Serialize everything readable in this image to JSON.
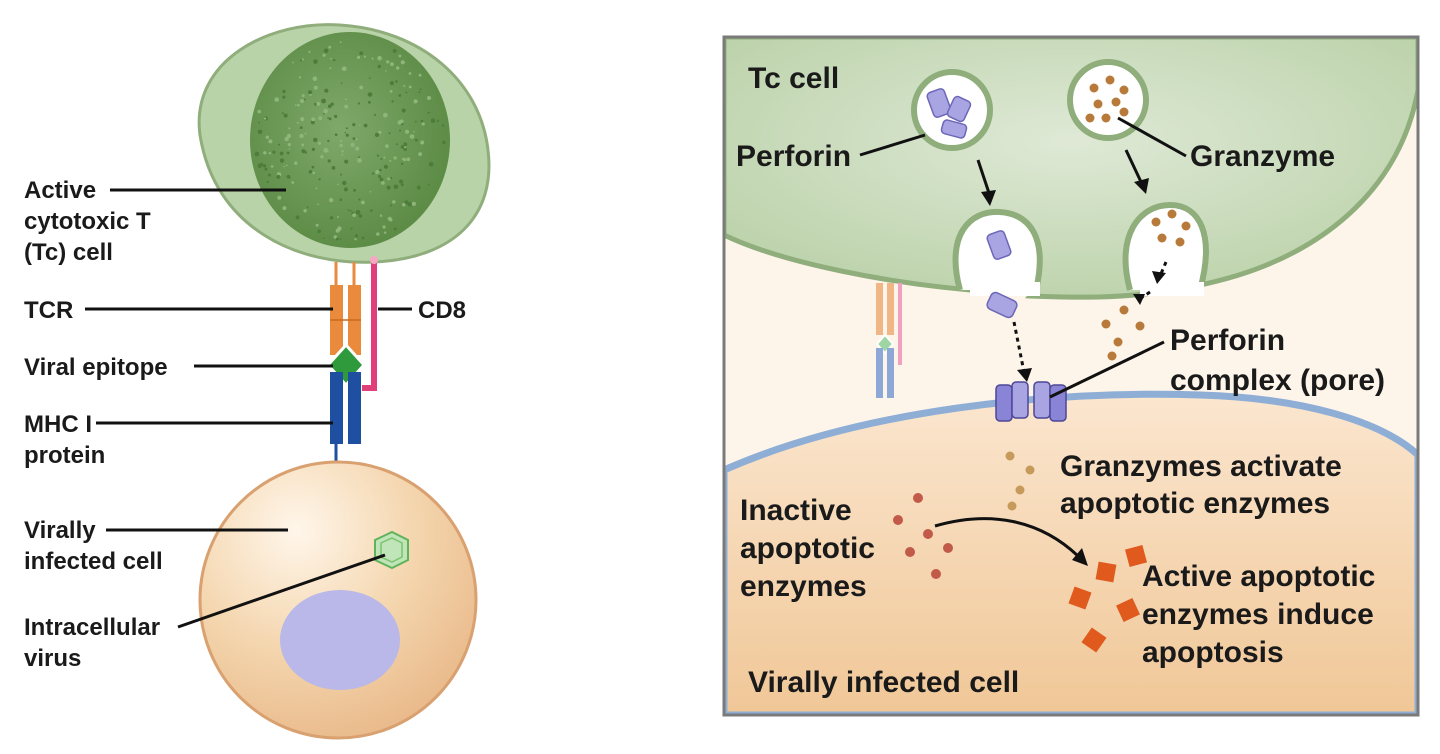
{
  "left_panel": {
    "tc_cell_label": [
      "Active",
      "cytotoxic T",
      "(Tc) cell"
    ],
    "tcr_label": "TCR",
    "cd8_label": "CD8",
    "epitope_label": "Viral epitope",
    "mhc_label": [
      "MHC I",
      "protein"
    ],
    "infected_cell_label": [
      "Virally",
      "infected cell"
    ],
    "virus_label": [
      "Intracellular",
      "virus"
    ]
  },
  "right_panel": {
    "tc_cell_label": "Tc cell",
    "perforin_label": "Perforin",
    "granzyme_label": "Granzyme",
    "pore_label": [
      "Perforin",
      "complex (pore)"
    ],
    "granzymes_activate_label": [
      "Granzymes activate",
      "apoptotic enzymes"
    ],
    "inactive_label": [
      "Inactive",
      "apoptotic",
      "enzymes"
    ],
    "active_label": [
      "Active apoptotic",
      "enzymes induce",
      "apoptosis"
    ],
    "infected_cell_label": "Virally infected cell"
  },
  "colors": {
    "tc_cell_outer": "#b9d3a8",
    "tc_cell_nucleus": "#5f8f4a",
    "infected_cell": "#f4d3aa",
    "infected_nucleus": "#b9b8e8",
    "tcr": "#e98a3c",
    "cd8": "#e0407a",
    "epitope": "#2f9a3b",
    "mhc": "#1f4fa0",
    "membrane_blue": "#8eaed6",
    "perforin": "#a9a4e2",
    "granzyme": "#b87a3a",
    "inactive_enzyme": "#c25a4a",
    "active_enzyme": "#e05a1e"
  }
}
